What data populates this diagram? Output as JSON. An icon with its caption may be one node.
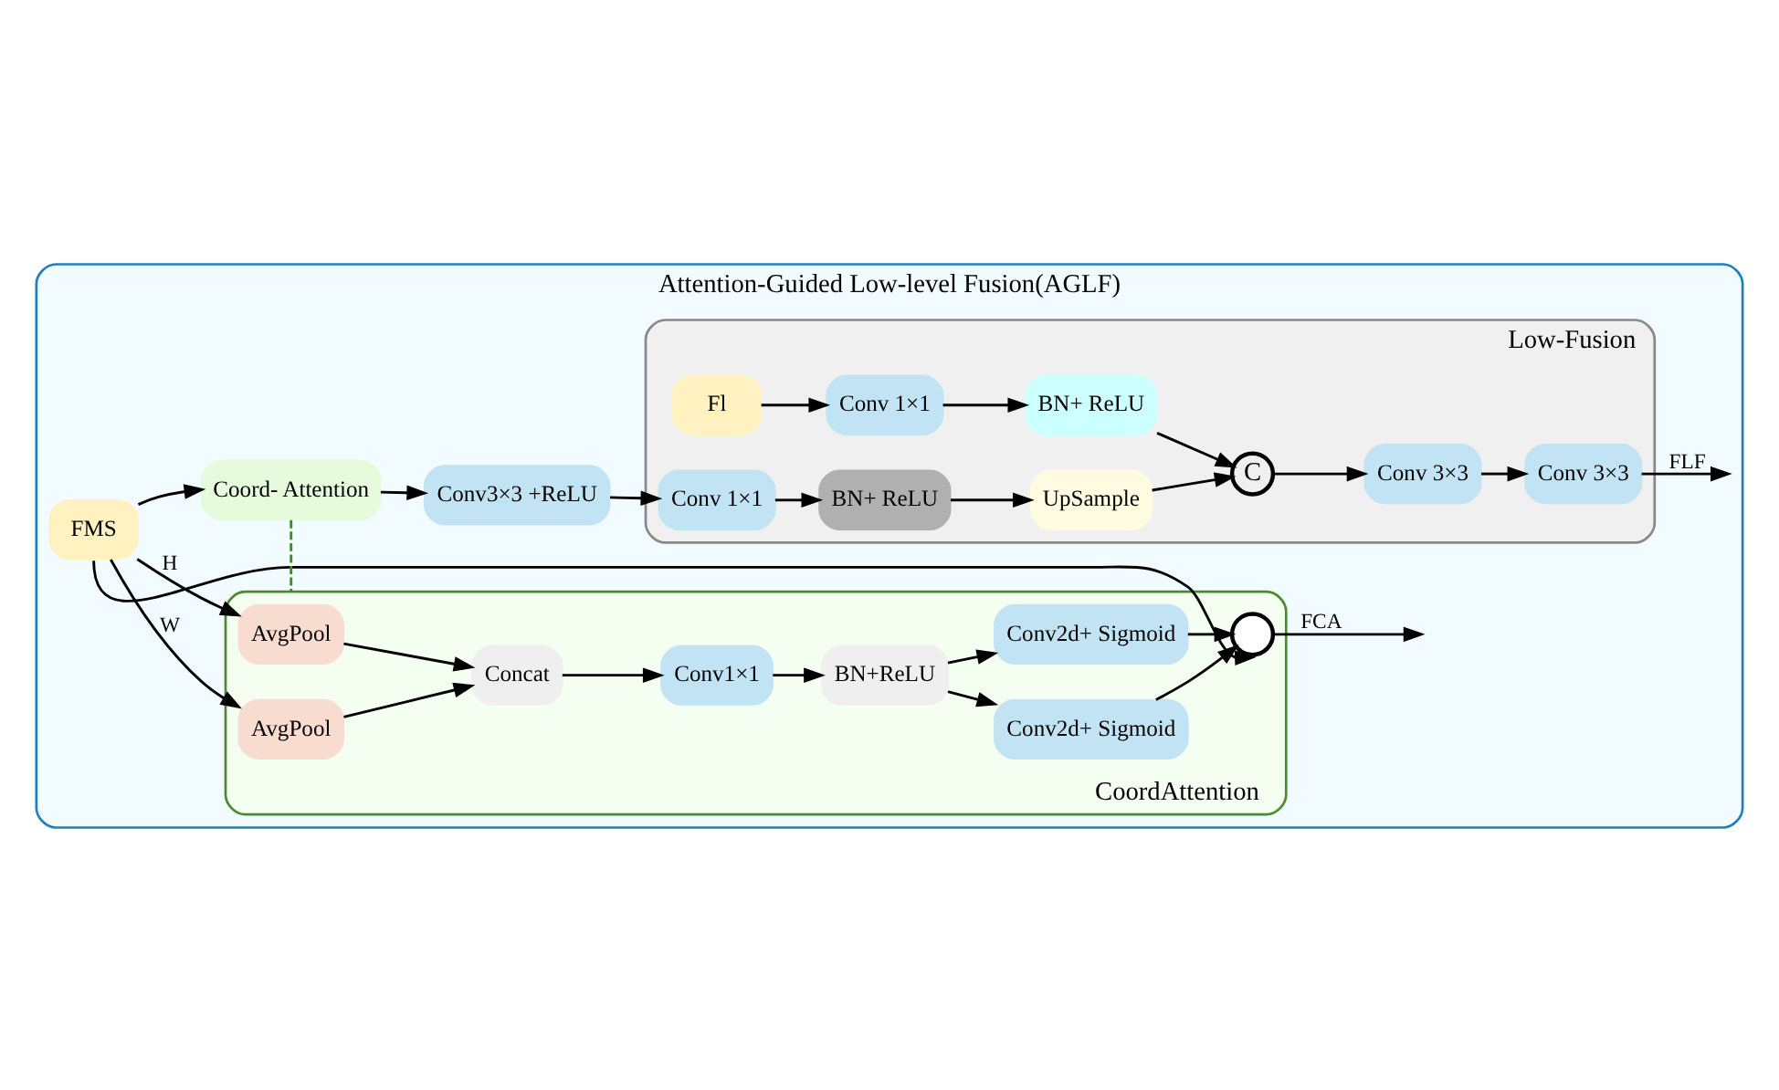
{
  "diagram": {
    "nodes": [
      {
        "text": [
          "Attention-Guided Low-level Fusion(AGLF)"
        ]
      },
      {
        "text": [
          "FMS"
        ],
        "in": 0
      },
      {
        "text": [
          "Coord- Attention"
        ],
        "in": 0
      },
      {
        "text": [
          "Conv3×3 +ReLU"
        ],
        "in": 0
      },
      {
        "text": [
          "Low-Fusion"
        ],
        "in": 0
      },
      {
        "text": [
          "Fl"
        ],
        "in": 4
      },
      {
        "text": [
          "Conv 1×1"
        ],
        "in": 4
      },
      {
        "text": [
          "BN+ ReLU"
        ],
        "in": 4
      },
      {
        "text": [
          "Conv 1×1"
        ],
        "in": 4
      },
      {
        "text": [
          "BN+ ReLU"
        ],
        "in": 4
      },
      {
        "text": [
          "UpSample"
        ],
        "in": 4
      },
      {
        "text": [
          "C"
        ],
        "in": 4
      },
      {
        "text": [
          "Conv 3×3"
        ],
        "in": 4
      },
      {
        "text": [
          "Conv 3×3"
        ],
        "in": 4
      },
      {
        "text": [
          "CoordAttention"
        ],
        "in": 0
      },
      {
        "text": [
          "AvgPool"
        ],
        "in": 14
      },
      {
        "text": [
          "AvgPool"
        ],
        "in": 14
      },
      {
        "text": [
          "Concat"
        ],
        "in": 14
      },
      {
        "text": [
          "Conv1×1"
        ],
        "in": 14
      },
      {
        "text": [
          "BN+ReLU"
        ],
        "in": 14
      },
      {
        "text": [
          "Conv2d+ Sigmoid"
        ],
        "in": 14
      },
      {
        "text": [
          "Conv2d+ Sigmoid"
        ],
        "in": 14
      },
      {
        "text": [],
        "shape": "circle",
        "in": 14
      }
    ],
    "edges": [
      {
        "from": 1,
        "to": 2,
        "arrow": "to"
      },
      {
        "from": 2,
        "to": 3,
        "arrow": "to"
      },
      {
        "from": 3,
        "to": 8,
        "arrow": "to"
      },
      {
        "from": 5,
        "to": 6,
        "arrow": "to"
      },
      {
        "from": 6,
        "to": 7,
        "arrow": "to"
      },
      {
        "from": 7,
        "to": 11,
        "arrow": "to"
      },
      {
        "from": 8,
        "to": 9,
        "arrow": "to"
      },
      {
        "from": 9,
        "to": 10,
        "arrow": "to"
      },
      {
        "from": 10,
        "to": 11,
        "arrow": "to"
      },
      {
        "from": 11,
        "to": 12,
        "arrow": "to"
      },
      {
        "from": 12,
        "to": 13,
        "arrow": "to"
      },
      {
        "from": 13,
        "to": null,
        "arrow": "to",
        "label": "FLF"
      },
      {
        "from": 2,
        "to": 14,
        "arrow": "none",
        "style": "dashed",
        "color": "#3c8c2c"
      },
      {
        "from": 1,
        "to": 15,
        "arrow": "to",
        "label": "H"
      },
      {
        "from": 1,
        "to": 16,
        "arrow": "to",
        "label": "W"
      },
      {
        "from": 1,
        "to": 22,
        "arrow": "to"
      },
      {
        "from": 15,
        "to": 17,
        "arrow": "to"
      },
      {
        "from": 16,
        "to": 17,
        "arrow": "to"
      },
      {
        "from": 17,
        "to": 18,
        "arrow": "to"
      },
      {
        "from": 18,
        "to": 19,
        "arrow": "to"
      },
      {
        "from": 19,
        "to": 20,
        "arrow": "to"
      },
      {
        "from": 19,
        "to": 21,
        "arrow": "to"
      },
      {
        "from": 20,
        "to": 22,
        "arrow": "to"
      },
      {
        "from": 21,
        "to": 22,
        "arrow": "to"
      },
      {
        "from": 22,
        "to": null,
        "arrow": "to",
        "label": "FCA"
      }
    ]
  }
}
